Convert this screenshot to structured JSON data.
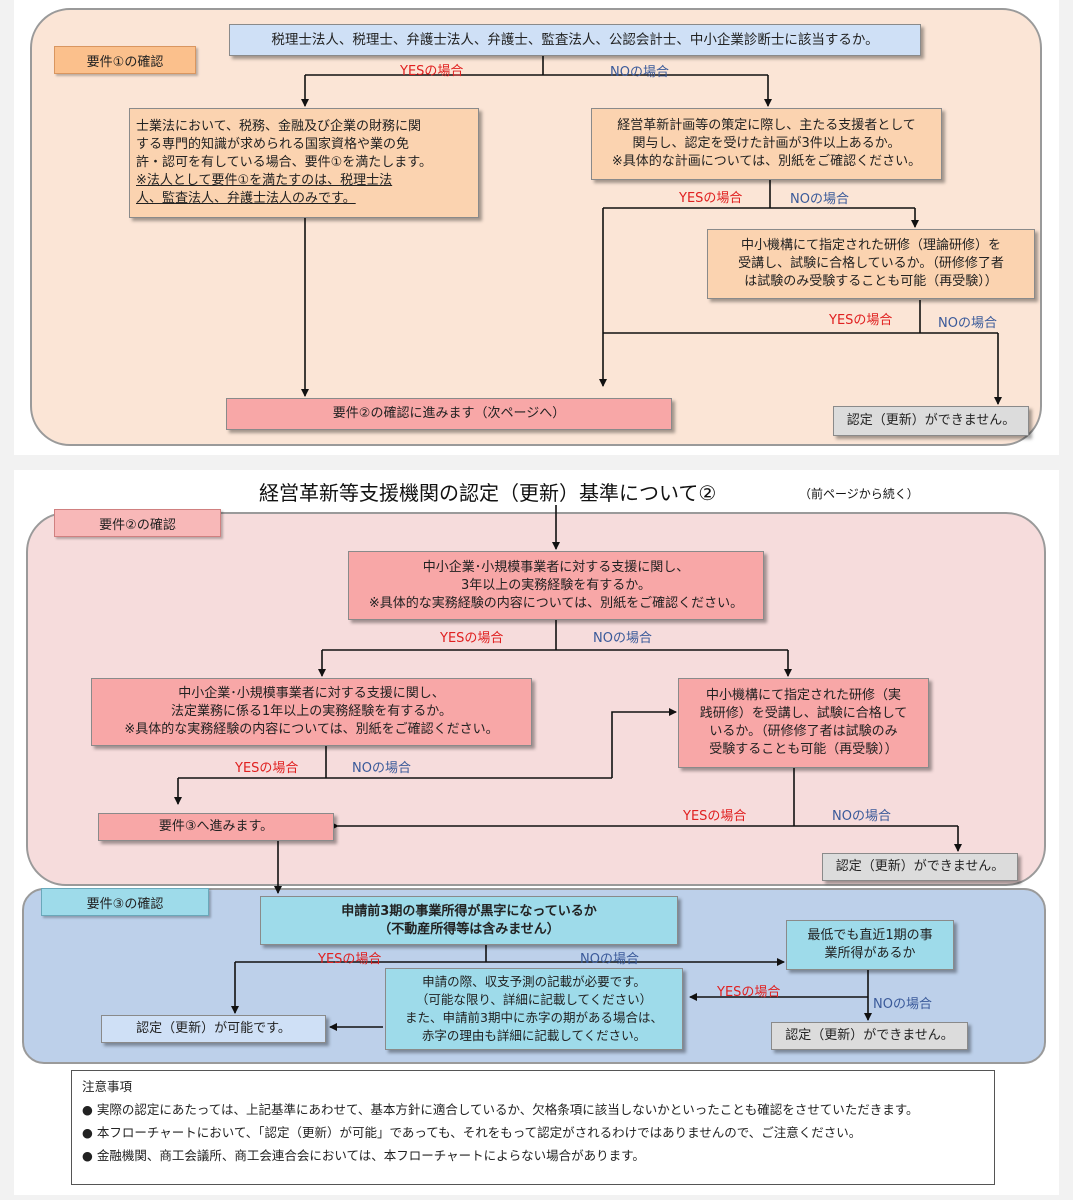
{
  "colors": {
    "region1": "#fbe5d6",
    "region2": "#f6dcdc",
    "region3": "#bdd0ea",
    "peach_box": "#fbd3b0",
    "pink_box": "#f8a7a7",
    "cyan_box": "#9edbea",
    "light_blue_box": "#cfe0f6",
    "gray_box": "#dcdcdc",
    "yes": "#e02020",
    "no": "#3a5a9a"
  },
  "yes_label": "YESの場合",
  "no_label": "NOの場合",
  "section1": {
    "tag": "要件①の確認",
    "q1": "税理士法人、税理士、弁護士法人、弁護士、監査法人、公認会計士、中小企業診断士に該当するか。",
    "left_box": {
      "line1": "士業法において、税務、金融及び企業の財務に関",
      "line2": "する専門的知識が求められる国家資格や業の免",
      "line3": "許・認可を有している場合、要件①を満たします。",
      "line4": "※法人として要件①を満たすのは、税理士法",
      "line5": "人、監査法人、弁護士法人のみです。"
    },
    "right_box": {
      "line1": "経営革新計画等の策定に際し、主たる支援者として",
      "line2": "関与し、認定を受けた計画が3件以上あるか。",
      "line3": "※具体的な計画については、別紙をご確認ください。"
    },
    "training_box": {
      "line1": "中小機構にて指定された研修（理論研修）を",
      "line2": "受講し、試験に合格しているか。（研修修了者",
      "line3": "は試験のみ受験することも可能（再受験））"
    },
    "proceed": "要件②の確認に進みます（次ページへ）",
    "cannot": "認定（更新）ができません。"
  },
  "section2": {
    "title": "経営革新等支援機関の認定（更新）基準について②",
    "subtitle": "（前ページから続く）",
    "tag": "要件②の確認",
    "q1": {
      "line1": "中小企業･小規模事業者に対する支援に関し、",
      "line2": "3年以上の実務経験を有するか。",
      "line3": "※具体的な実務経験の内容については、別紙をご確認ください。"
    },
    "left_box": {
      "line1": "中小企業･小規模事業者に対する支援に関し、",
      "line2": "法定業務に係る1年以上の実務経験を有するか。",
      "line3": "※具体的な実務経験の内容については、別紙をご確認ください。"
    },
    "training_box": {
      "line1": "中小機構にて指定された研修（実",
      "line2": "践研修）を受講し、試験に合格して",
      "line3": "いるか。（研修修了者は試験のみ",
      "line4": "受験することも可能（再受験））"
    },
    "proceed": "要件③へ進みます。",
    "cannot": "認定（更新）ができません。"
  },
  "section3": {
    "tag": "要件③の確認",
    "q1": {
      "line1": "申請前3期の事業所得が黒字になっているか",
      "line2": "（不動産所得等は含みません）"
    },
    "q2": {
      "line1": "最低でも直近1期の事",
      "line2": "業所得があるか"
    },
    "note_box": {
      "line1": "申請の際、収支予測の記載が必要です。",
      "line2": "（可能な限り、詳細に記載してください）",
      "line3": "また、申請前3期中に赤字の期がある場合は、",
      "line4": "赤字の理由も詳細に記載してください。"
    },
    "possible": "認定（更新）が可能です。",
    "cannot": "認定（更新）ができません。"
  },
  "notes": {
    "heading": "注意事項",
    "items": [
      "● 実際の認定にあたっては、上記基準にあわせて、基本方針に適合しているか、欠格条項に該当しないかといったことも確認をさせていただきます。",
      "● 本フローチャートにおいて、「認定（更新）が可能」であっても、それをもって認定がされるわけではありませんので、ご注意ください。",
      "● 金融機関、商工会議所、商工会連合会においては、本フローチャートによらない場合があります。"
    ]
  }
}
